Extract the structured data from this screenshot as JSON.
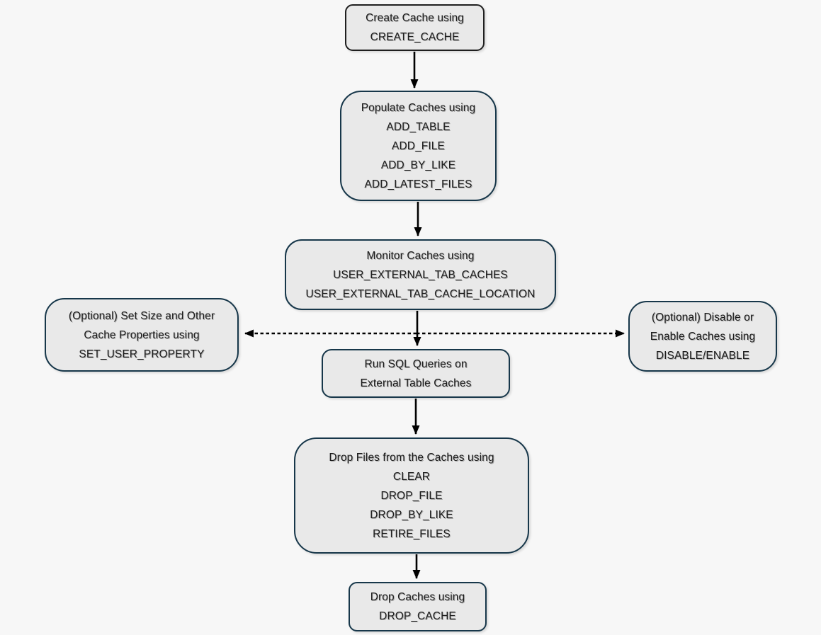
{
  "diagram": {
    "type": "flowchart",
    "nodes": {
      "create_cache": {
        "lines": [
          "Create Cache using",
          "CREATE_CACHE"
        ]
      },
      "populate_caches": {
        "lines": [
          "Populate Caches using",
          "ADD_TABLE",
          "ADD_FILE",
          "ADD_BY_LIKE",
          "ADD_LATEST_FILES"
        ]
      },
      "monitor_caches": {
        "lines": [
          "Monitor Caches using",
          "USER_EXTERNAL_TAB_CACHES",
          "USER_EXTERNAL_TAB_CACHE_LOCATION"
        ]
      },
      "set_properties": {
        "lines": [
          "(Optional) Set Size and Other",
          "Cache Properties using",
          "SET_USER_PROPERTY"
        ]
      },
      "disable_enable": {
        "lines": [
          "(Optional) Disable or",
          "Enable Caches using",
          "DISABLE/ENABLE"
        ]
      },
      "run_sql_queries": {
        "lines": [
          "Run SQL Queries on",
          "External Table Caches"
        ]
      },
      "drop_files": {
        "lines": [
          "Drop Files from the Caches using",
          "CLEAR",
          "DROP_FILE",
          "DROP_BY_LIKE",
          "RETIRE_FILES"
        ]
      },
      "drop_caches": {
        "lines": [
          "Drop Caches using",
          "DROP_CACHE"
        ]
      }
    },
    "edges": [
      "create_cache -> populate_caches",
      "populate_caches -> monitor_caches",
      "monitor_caches -> run_sql_queries",
      "run_sql_queries -> drop_files",
      "drop_files -> drop_caches",
      "monitor/run junction <-dashed-> set_properties",
      "monitor/run junction <-dashed-> disable_enable"
    ]
  },
  "colors": {
    "background": "#f7f7f7",
    "node_fill": "#e9e9e9",
    "node_border": "#17374a",
    "first_node_border": "#1f1f1f",
    "arrow": "#000000",
    "text": "#1c1c1c"
  }
}
